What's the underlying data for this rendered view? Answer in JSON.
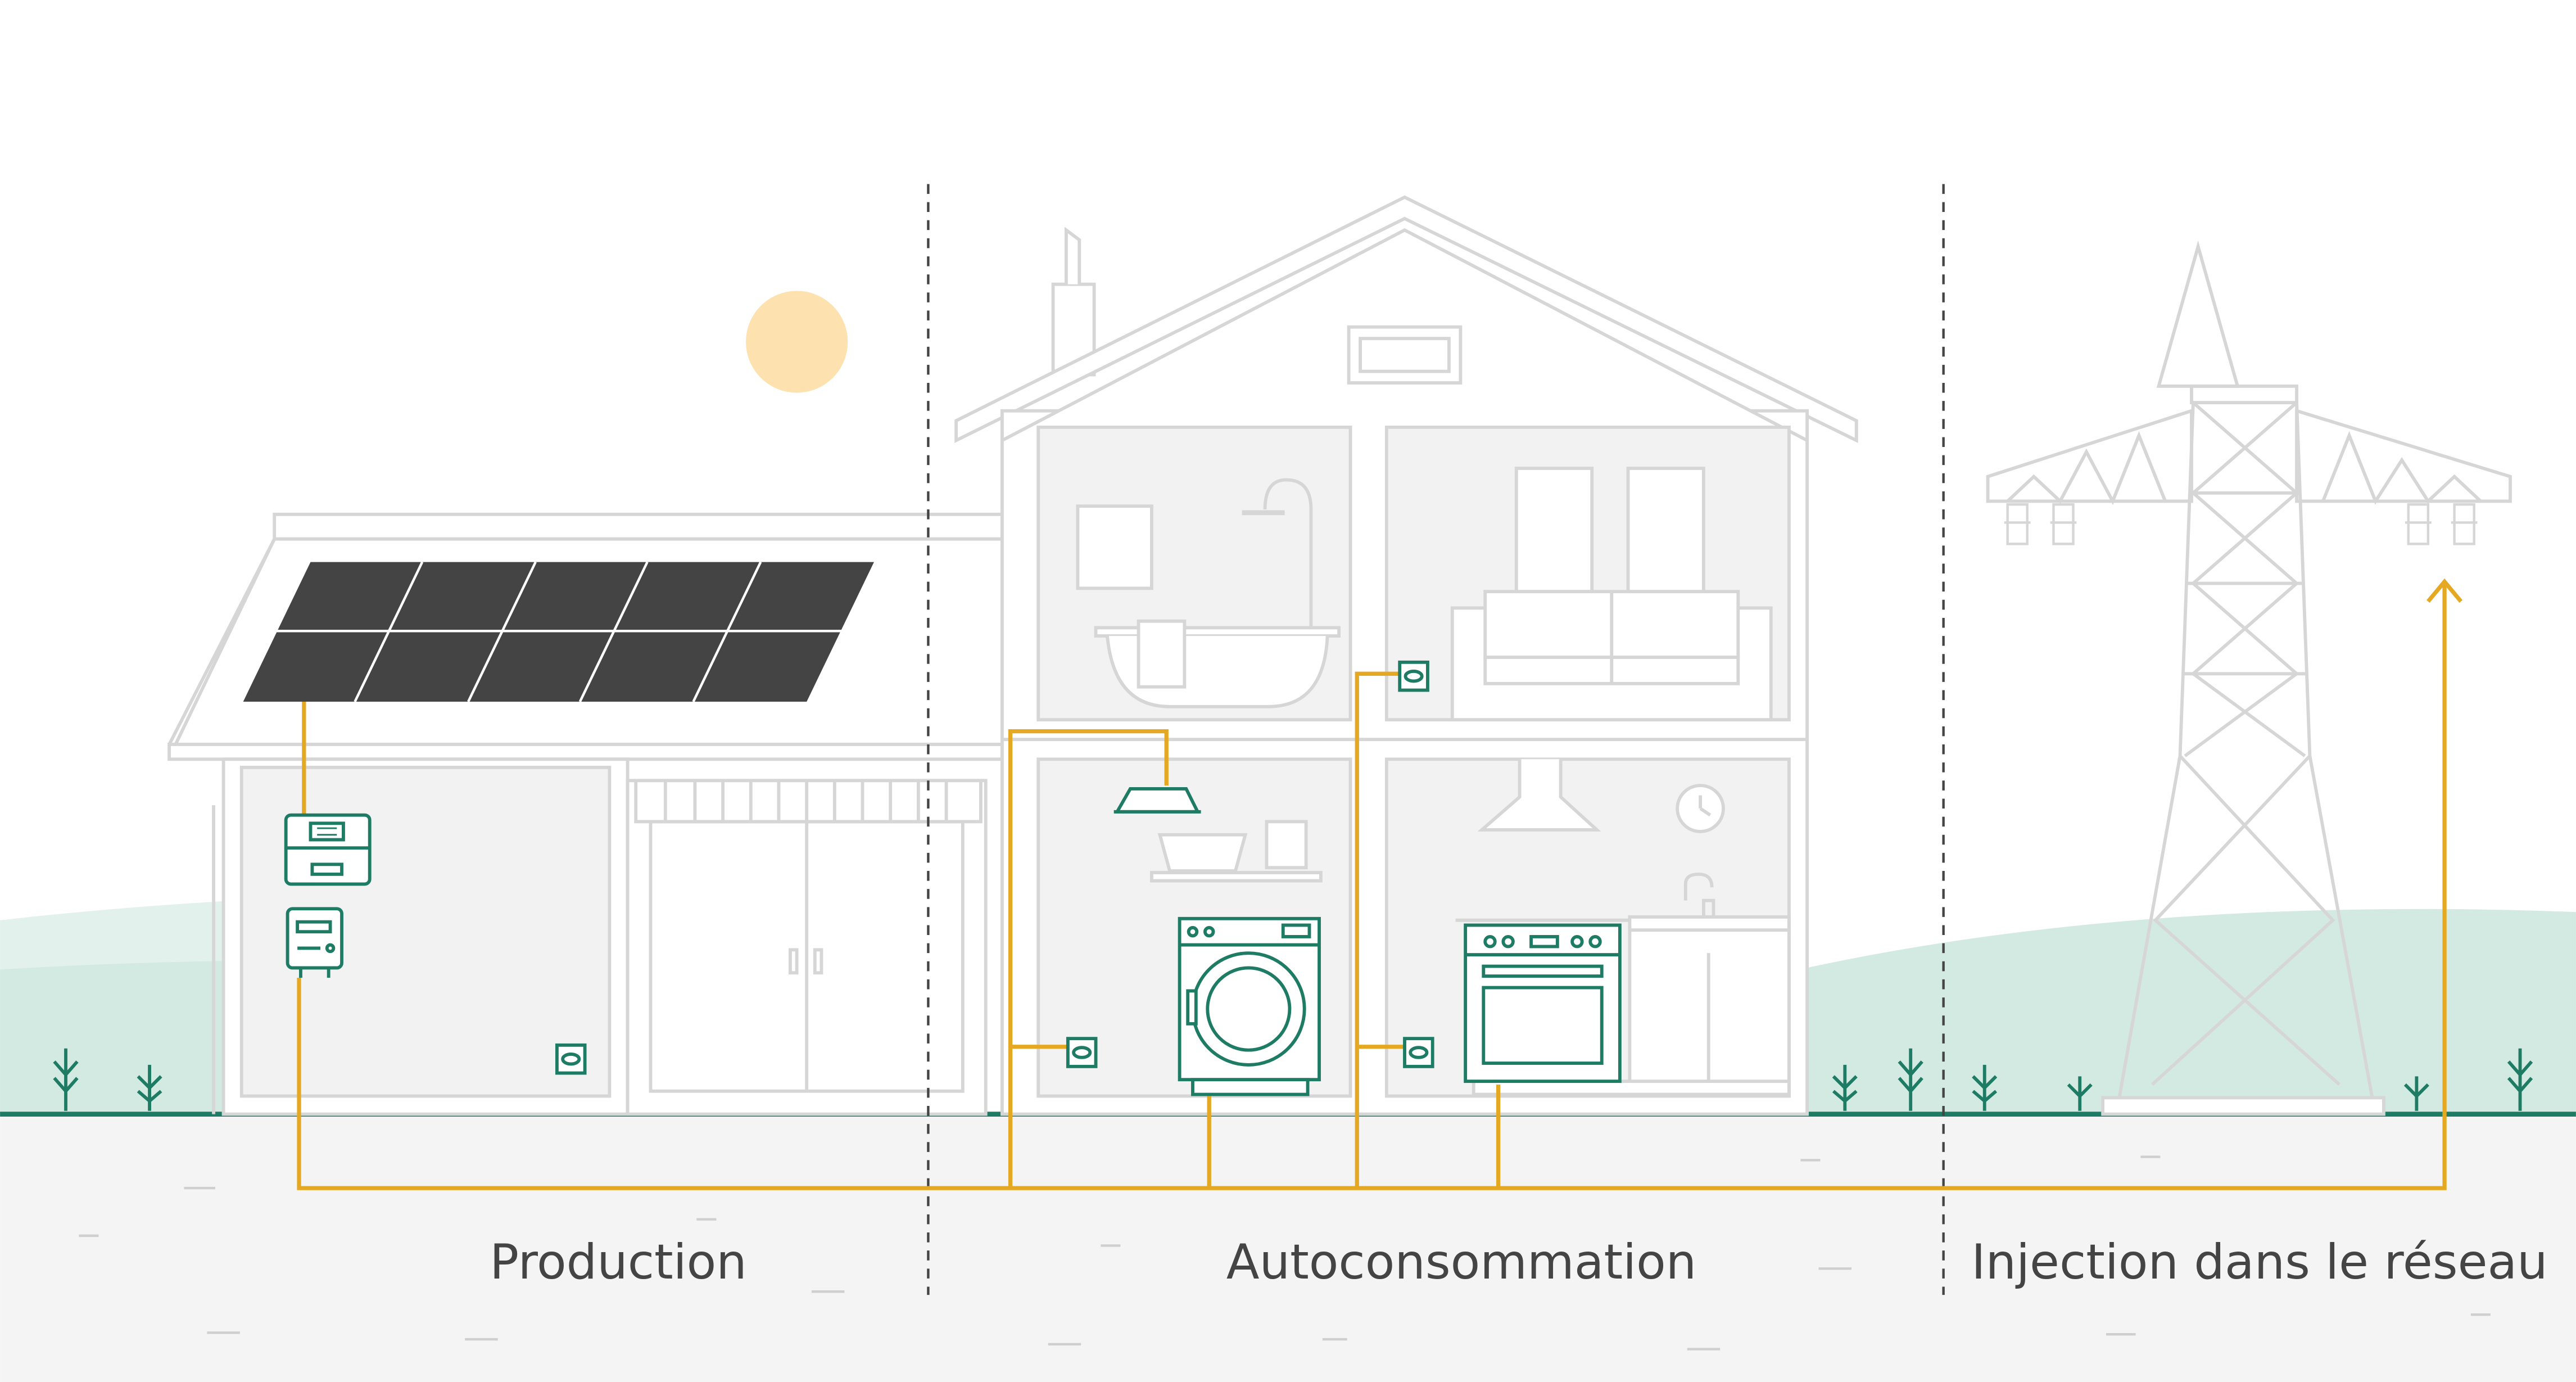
{
  "labels": {
    "production": "Production",
    "autoconsommation": "Autoconsommation",
    "injection": "Injection dans le réseau"
  },
  "colors": {
    "wire": "#E5A823",
    "device": "#1E7B64",
    "outline": "#D6D6D6",
    "panel": "#444444",
    "sun": "#FDE2B0",
    "hill": "#D3EAE2",
    "ground": "#F4F4F4",
    "room": "#F2F2F2",
    "label": "#444444"
  },
  "icons": [
    "sun-icon",
    "solar-panel-icon",
    "inverter-icon",
    "meter-icon",
    "outlet-icon",
    "washing-machine-icon",
    "oven-icon",
    "lamp-icon",
    "pylon-icon",
    "plant-icon",
    "arrow-up-icon"
  ]
}
